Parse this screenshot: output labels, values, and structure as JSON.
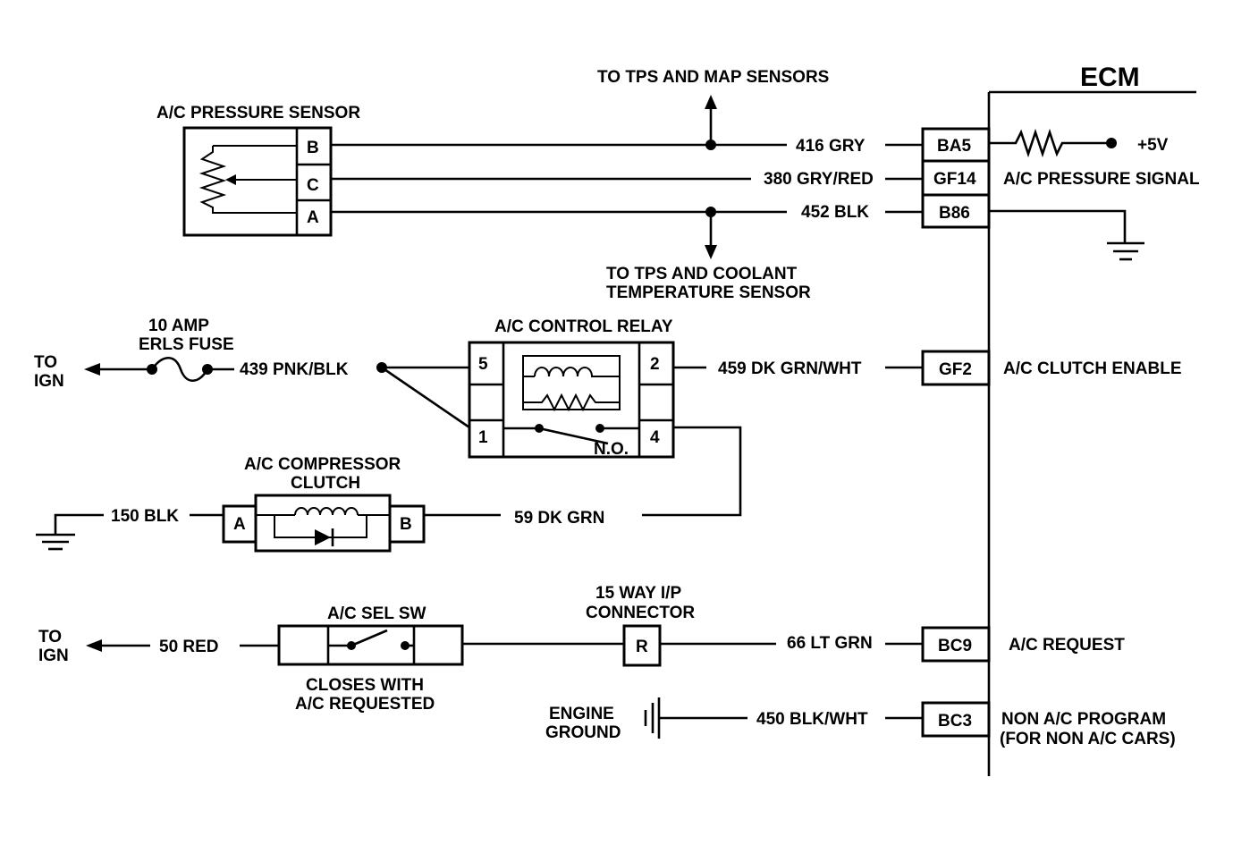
{
  "ecm": {
    "title": "ECM",
    "pins": {
      "ba5": "BA5",
      "gf14": "GF14",
      "b86": "B86",
      "gf2": "GF2",
      "bc9": "BC9",
      "bc3": "BC3"
    },
    "labels": {
      "plus5v": "+5V",
      "pressure_signal": "A/C PRESSURE SIGNAL",
      "clutch_enable": "A/C CLUTCH ENABLE",
      "request": "A/C REQUEST",
      "non_ac_1": "NON A/C PROGRAM",
      "non_ac_2": "(FOR NON A/C CARS)"
    }
  },
  "pressure_sensor": {
    "title": "A/C PRESSURE SENSOR",
    "pins": {
      "b": "B",
      "c": "C",
      "a": "A"
    }
  },
  "branches": {
    "tps_map": "TO TPS AND MAP SENSORS",
    "tps_coolant_1": "TO TPS AND COOLANT",
    "tps_coolant_2": "TEMPERATURE SENSOR"
  },
  "wires": {
    "w416": "416  GRY",
    "w380": "380 GRY/RED",
    "w452": "452  BLK",
    "w439": "439 PNK/BLK",
    "w459": "459  DK GRN/WHT",
    "w150": "150 BLK",
    "w59": "59  DK GRN",
    "w50": "50  RED",
    "w66": "66 LT GRN",
    "w450": "450 BLK/WHT"
  },
  "fuse": {
    "line1": "10 AMP",
    "line2": "ERLS FUSE"
  },
  "to_ign_1": {
    "line1": "TO",
    "line2": "IGN"
  },
  "to_ign_2": {
    "line1": "TO",
    "line2": "IGN"
  },
  "relay": {
    "title": "A/C CONTROL RELAY",
    "pins": {
      "p5": "5",
      "p2": "2",
      "p1": "1",
      "p4": "4"
    },
    "no": "N.O."
  },
  "compressor": {
    "line1": "A/C COMPRESSOR",
    "line2": "CLUTCH",
    "pins": {
      "a": "A",
      "b": "B"
    }
  },
  "sel_sw": {
    "title": "A/C SEL SW",
    "note1": "CLOSES WITH",
    "note2": "A/C REQUESTED"
  },
  "ip_connector": {
    "line1": "15 WAY I/P",
    "line2": "CONNECTOR",
    "pin": "R"
  },
  "engine_ground": {
    "line1": "ENGINE",
    "line2": "GROUND"
  }
}
